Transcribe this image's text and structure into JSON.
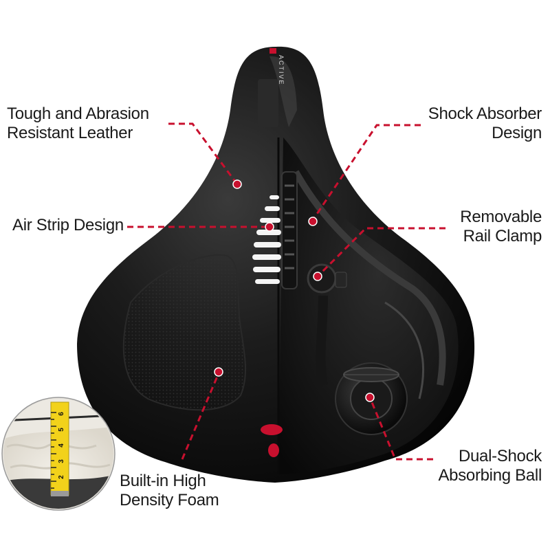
{
  "brand_text": "ACTIVE",
  "colors": {
    "accent": "#c8102e",
    "saddle": "#151515",
    "label": "#1a1a1a",
    "background": "#ffffff"
  },
  "callouts": {
    "leather": {
      "line1": "Tough and Abrasion",
      "line2": "Resistant Leather"
    },
    "air_strip": {
      "line1": "Air Strip Design"
    },
    "foam": {
      "line1": "Built-in High",
      "line2": "Density Foam"
    },
    "shock_absorber": {
      "line1": "Shock Absorber",
      "line2": "Design"
    },
    "rail_clamp": {
      "line1": "Removable",
      "line2": "Rail Clamp"
    },
    "shock_ball": {
      "line1": "Dual-Shock",
      "line2": "Absorbing Ball"
    }
  },
  "tape_measure": {
    "numbers": [
      "6",
      "5",
      "4",
      "3",
      "2"
    ]
  }
}
